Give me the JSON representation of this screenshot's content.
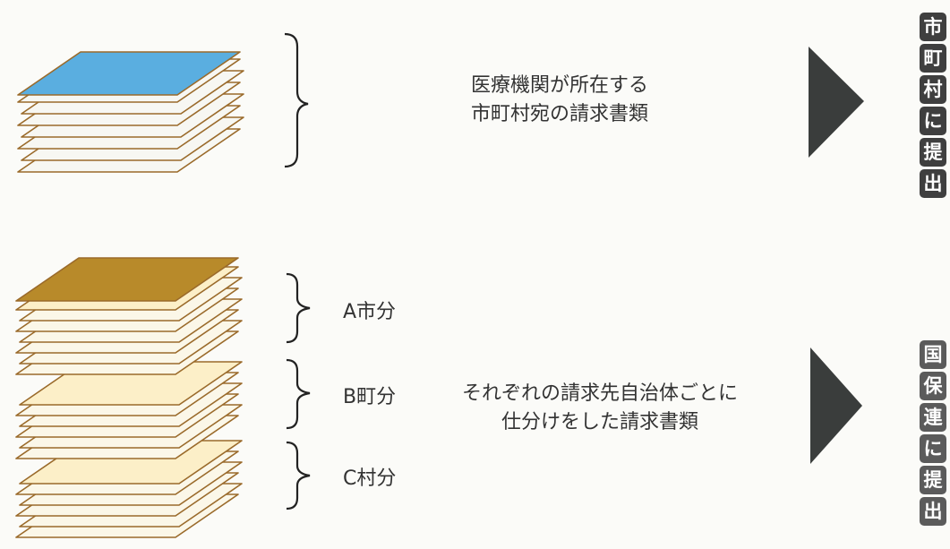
{
  "top": {
    "description_lines": [
      "医療機関が所在する",
      "市町村宛の請求書類"
    ],
    "destination_chars": [
      "市",
      "町",
      "村",
      "に",
      "提",
      "出"
    ]
  },
  "bottom": {
    "groups": [
      {
        "label": "A市分"
      },
      {
        "label": "B町分"
      },
      {
        "label": "C村分"
      }
    ],
    "description_lines": [
      "それぞれの請求先自治体ごとに",
      "仕分けをした請求書類"
    ],
    "destination_chars": [
      "国",
      "保",
      "連",
      "に",
      "提",
      "出"
    ]
  },
  "colors": {
    "top_cover": "#5aaee0",
    "bottom_cover": "#b88a2a",
    "sheet_white": "#f7f7f2",
    "sheet_cream": "#fcefc8",
    "sheet_edge": "#9a6a2a",
    "arrow": "#3a3d3c"
  }
}
